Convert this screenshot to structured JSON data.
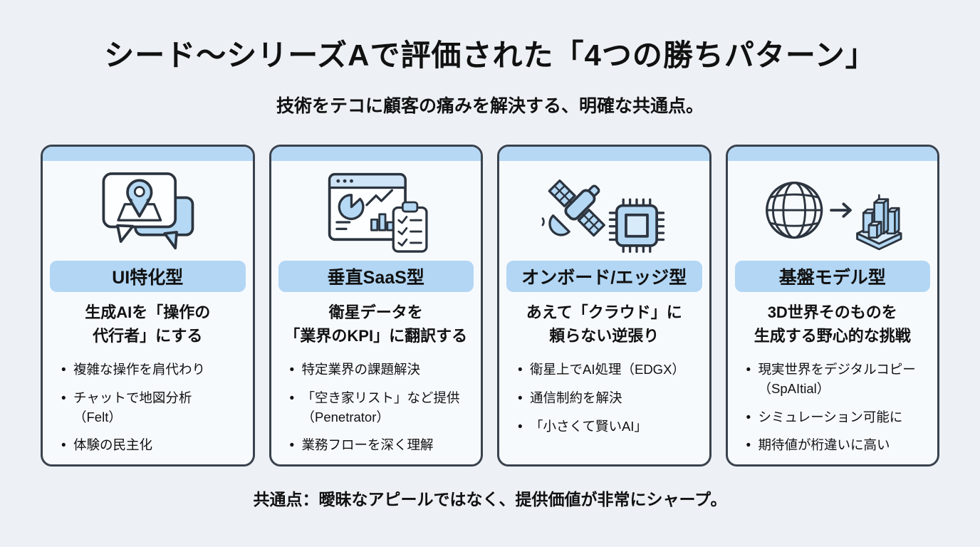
{
  "page": {
    "title": "シード〜シリーズAで評価された「4つの勝ちパターン」",
    "subtitle": "技術をテコに顧客の痛みを解決する、明確な共通点。",
    "footer": "共通点：曖昧なアピールではなく、提供価値が非常にシャープ。"
  },
  "colors": {
    "page_bg": "#edf1f6",
    "card_bg": "#f7fafd",
    "card_border": "#39424d",
    "accent_blue": "#b6d8f5",
    "icon_fill_blue": "#b5d9f4",
    "icon_stroke": "#2b343f",
    "text": "#111111"
  },
  "cards": [
    {
      "icon": "chat-map-icon",
      "title": "UI特化型",
      "subtitle": "生成AIを「操作の\n代行者」にする",
      "bullets": [
        "複雑な操作を肩代わり",
        "チャットで地図分析\n（Felt）",
        "体験の民主化"
      ]
    },
    {
      "icon": "dashboard-clipboard-icon",
      "title": "垂直SaaS型",
      "subtitle": "衛星データを\n「業界のKPI」に翻訳する",
      "bullets": [
        "特定業界の課題解決",
        "「空き家リスト」など提供\n（Penetrator）",
        "業務フローを深く理解"
      ]
    },
    {
      "icon": "satellite-chip-icon",
      "title": "オンボード/エッジ型",
      "subtitle": "あえて「クラウド」に\n頼らない逆張り",
      "bullets": [
        "衛星上でAI処理（EDGX）",
        "通信制約を解決",
        "「小さくて賢いAI」"
      ]
    },
    {
      "icon": "globe-to-city-icon",
      "title": "基盤モデル型",
      "subtitle": "3D世界そのものを\n生成する野心的な挑戦",
      "bullets": [
        "現実世界をデジタルコピー\n（SpAItial）",
        "シミュレーション可能に",
        "期待値が桁違いに高い"
      ]
    }
  ]
}
